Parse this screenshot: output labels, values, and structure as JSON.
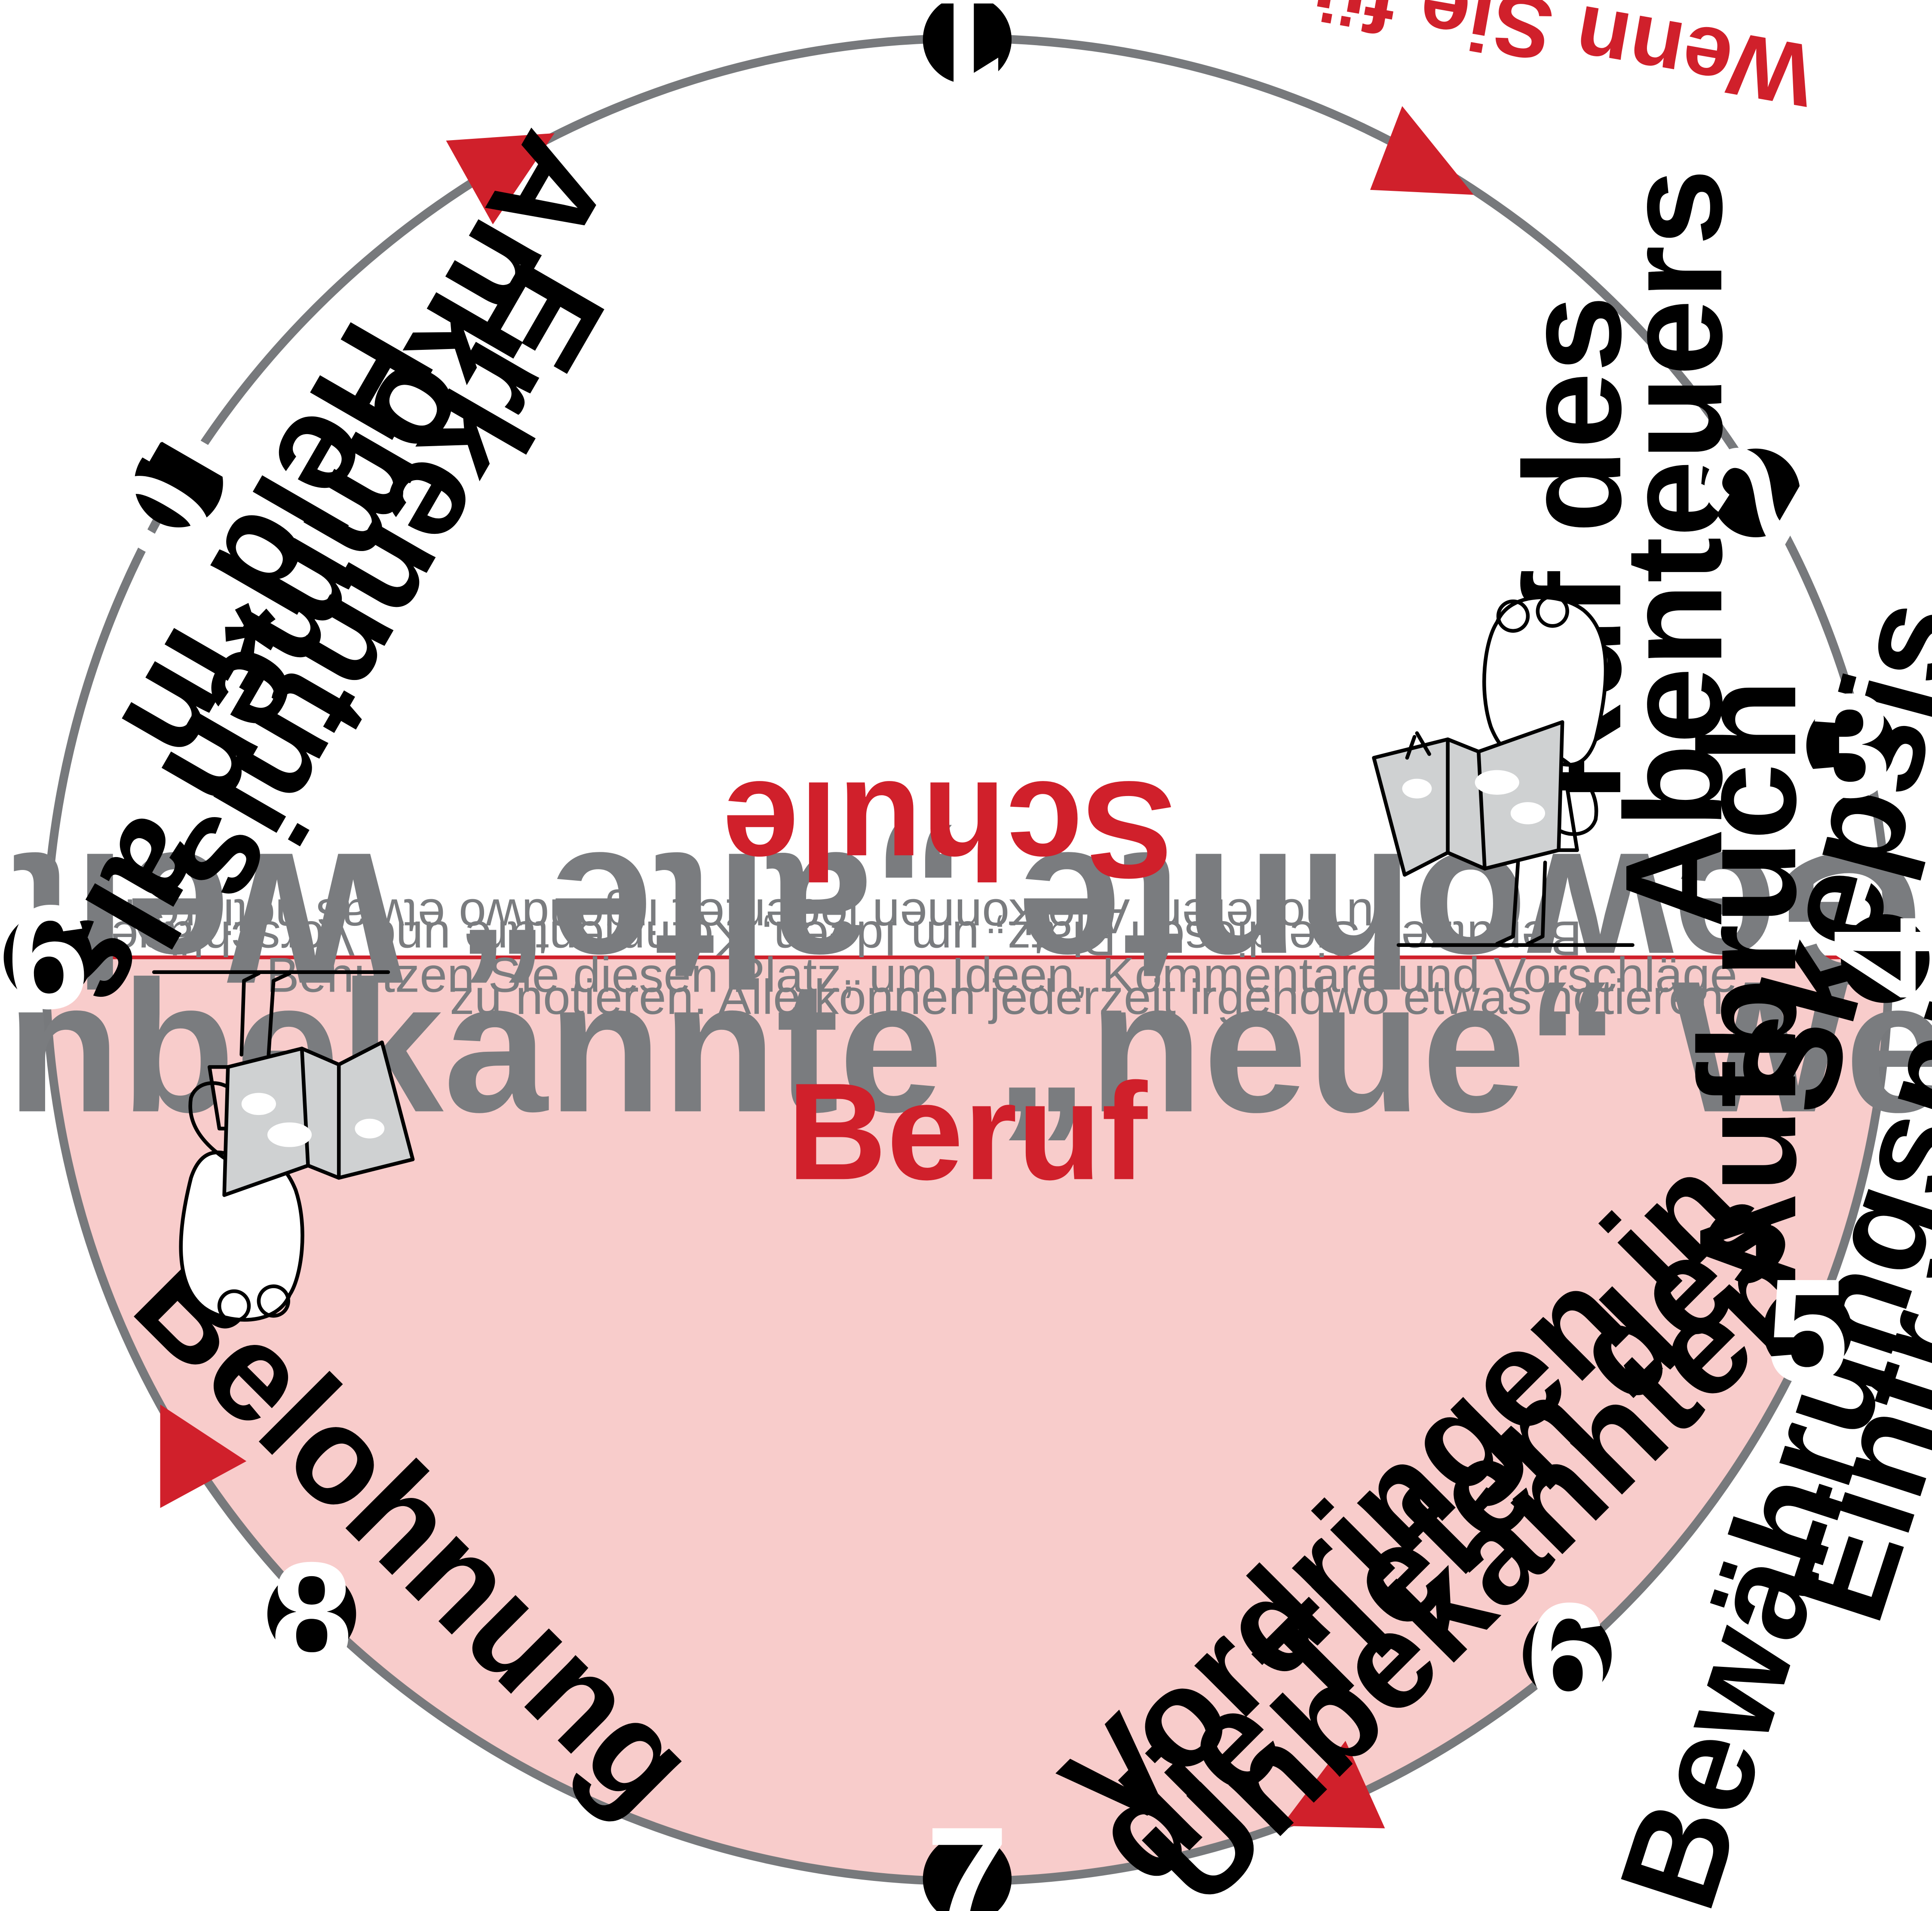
{
  "colors": {
    "accent": "#d0202b",
    "lower_half_fill": "#f8cccb",
    "ring": "#77797c",
    "title_grey": "#7a7c7f",
    "marker": "#000000"
  },
  "lower_half": {
    "title": "Unbekannte „neue“ Welt",
    "subtitle": "Beruf",
    "note_line1": "Benutzen Sie diesen Platz, um Ideen, Kommentare und Vorschläge",
    "note_line2": "zu notieren. Alle können jederzeit irgendwo etwas notieren."
  },
  "upper_half": {
    "title": "Gewohnte „alte“ Welt",
    "subtitle": "Schule",
    "note_line1": "Benutzen Sie diesen Platz, um Ideen, Kommentare und Vorschläge",
    "note_line2": "zu notieren. Alle können jederzeit irgendwo etwas notieren."
  },
  "markers": [
    "1",
    "2",
    "3",
    "4",
    "5",
    "6",
    "7",
    "8",
    "9",
    "10"
  ],
  "stages": {
    "s2_line1": "Ruf des",
    "s2_line2": "Abenteuers",
    "s3_line1": "Skepsis, …",
    "s4": "Aufbruch",
    "s5_line1": "Bewährungspr…",
    "s5_line2": "Eintr…",
    "s6_line1": "Vordringen in",
    "s6_line2": "die Tiefen des",
    "s6_line3": "Unbekannten",
    "s8": "Belohnung",
    "s10_line1": "Erkenntnis,",
    "s10_line2": "Ankommen als",
    "s10_line3": "Held*in"
  },
  "corner_text": "Wenn Sie fü"
}
